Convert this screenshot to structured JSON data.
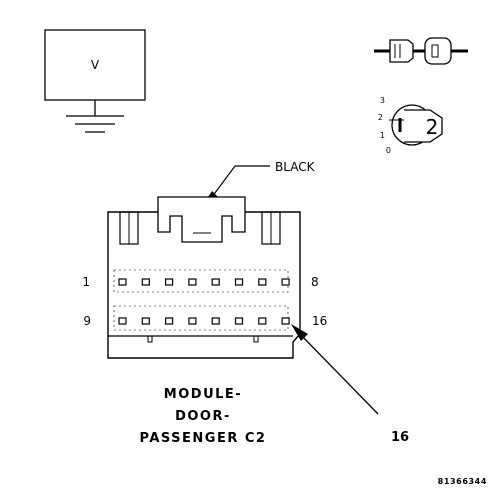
{
  "meter": {
    "label": "V"
  },
  "callout_color": {
    "label": "BLACK"
  },
  "pins": {
    "first_top": "1",
    "last_top": "8",
    "first_bottom": "9",
    "last_bottom": "16"
  },
  "pin_callout": {
    "label": "16"
  },
  "connector_title": [
    "MODULE-",
    "DOOR-",
    "PASSENGER C2"
  ],
  "dial": {
    "value": "2",
    "scale": [
      "3",
      "2",
      "1",
      "0"
    ]
  },
  "figure_code": "81366344",
  "colors": {
    "ink": "#000000",
    "background": "#ffffff"
  }
}
